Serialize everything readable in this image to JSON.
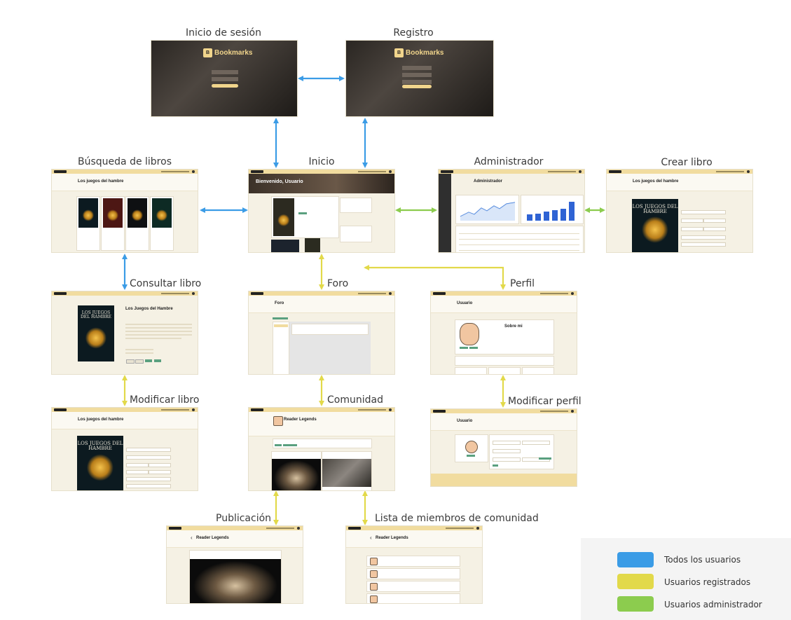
{
  "screens": {
    "login": {
      "label": "Inicio de sesión",
      "brand": "Bookmarks",
      "brand_mark": "B"
    },
    "register": {
      "label": "Registro",
      "brand": "Bookmarks",
      "brand_mark": "B"
    },
    "search": {
      "label": "Búsqueda de libros",
      "title": "Los juegos del hambre"
    },
    "home": {
      "label": "Inicio",
      "banner": "Bienvenido, Usuario"
    },
    "admin": {
      "label": "Administrador",
      "title": "Administrador"
    },
    "create_book": {
      "label": "Crear libro",
      "title": "Los juegos del hambre",
      "cover_title": "LOS JUEGOS DEL HAMBRE"
    },
    "book_detail": {
      "label": "Consultar libro",
      "title": "Los Juegos del Hambre",
      "cover_title": "LOS JUEGOS DEL HAMBRE"
    },
    "forum": {
      "label": "Foro",
      "title": "Foro"
    },
    "profile": {
      "label": "Perfil",
      "title": "Usuario",
      "about": "Sobre mi"
    },
    "edit_book": {
      "label": "Modificar libro",
      "title": "Los juegos del hambre",
      "cover_title": "LOS JUEGOS DEL HAMBRE"
    },
    "community": {
      "label": "Comunidad",
      "title": "Reader Legends"
    },
    "edit_profile": {
      "label": "Modificar perfil",
      "title": "Usuario"
    },
    "post": {
      "label": "Publicación",
      "title": "Reader Legends"
    },
    "members": {
      "label": "Lista de miembros de comunidad",
      "title": "Reader Legends"
    }
  },
  "legend": [
    {
      "label": "Todos los usuarios",
      "color": "#3b9ce6"
    },
    {
      "label": "Usuarios registrados",
      "color": "#e2d94a"
    },
    {
      "label": "Usuarios administrador",
      "color": "#8ccc4e"
    }
  ],
  "colors": {
    "all_users": "#3b9ce6",
    "registered": "#e2d94a",
    "admin": "#8ccc4e",
    "app_bar": "#f1dc9f",
    "app_bg": "#f5f1e4"
  }
}
